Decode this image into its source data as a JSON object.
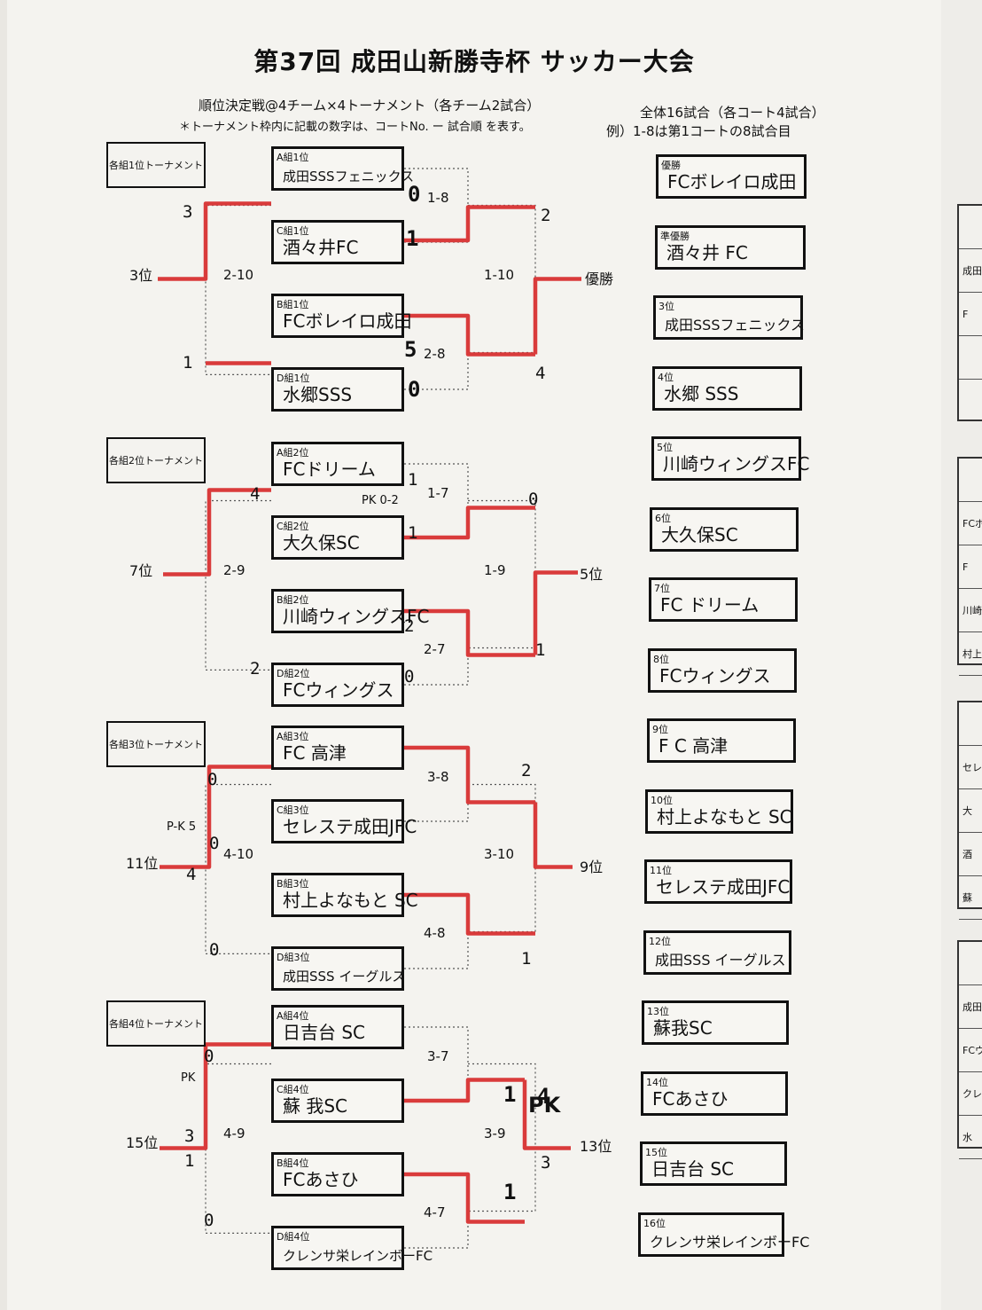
{
  "title": "第37回 成田山新勝寺杯 サッカー大会",
  "subtitle_left_1": "順位決定戦@4チーム×4トーナメント（各チーム2試合）",
  "subtitle_left_2": "＊トーナメント枠内に記載の数字は、コートNo. ー 試合順 を表す。",
  "subtitle_right_1": "全体16試合（各コート4試合）",
  "subtitle_right_2": "例）1-8は第1コートの8試合目",
  "tournaments": [
    {
      "tag": "各組1位トーナメント",
      "teams": [
        {
          "label": "A組1位",
          "name": "成田SSSフェニックス"
        },
        {
          "label": "C組1位",
          "name": "酒々井FC"
        },
        {
          "label": "B組1位",
          "name": "FCボレイロ成田"
        },
        {
          "label": "D組1位",
          "name": "水郷SSS"
        }
      ],
      "match_top": "1-8",
      "match_bottom": "2-8",
      "match_final": "1-10",
      "match_place": "2-10",
      "place_label": "3位",
      "final_label": "優勝",
      "scores": [
        "0",
        "1",
        "5",
        "0",
        "2",
        "4",
        "3",
        "1"
      ]
    },
    {
      "tag": "各組2位トーナメント",
      "teams": [
        {
          "label": "A組2位",
          "name": "FCドリーム"
        },
        {
          "label": "C組2位",
          "name": "大久保SC"
        },
        {
          "label": "B組2位",
          "name": "川崎ウィングスFC"
        },
        {
          "label": "D組2位",
          "name": "FCウィングス"
        }
      ],
      "match_top": "1-7",
      "match_bottom": "2-7",
      "match_final": "1-9",
      "match_place": "2-9",
      "place_label": "7位",
      "final_label": "5位",
      "pk_note": "PK 0-2",
      "scores": [
        "1",
        "1",
        "2",
        "0",
        "0",
        "1",
        "4",
        "2"
      ]
    },
    {
      "tag": "各組3位トーナメント",
      "teams": [
        {
          "label": "A組3位",
          "name": "FC 高津"
        },
        {
          "label": "C組3位",
          "name": "セレステ成田JFC"
        },
        {
          "label": "B組3位",
          "name": "村上よなもと SC"
        },
        {
          "label": "D組3位",
          "name": "成田SSS イーグルス"
        }
      ],
      "match_top": "3-8",
      "match_bottom": "4-8",
      "match_final": "3-10",
      "match_place": "4-10",
      "place_label": "11位",
      "final_label": "9位",
      "pk_note": "P-K 5",
      "scores": [
        "2",
        "1",
        "0",
        "0",
        "0",
        "4"
      ]
    },
    {
      "tag": "各組4位トーナメント",
      "teams": [
        {
          "label": "A組4位",
          "name": "日吉台 SC"
        },
        {
          "label": "C組4位",
          "name": "蘇 我SC"
        },
        {
          "label": "B組4位",
          "name": "FCあさひ"
        },
        {
          "label": "D組4位",
          "name": "クレンサ栄レインボーFC"
        }
      ],
      "match_top": "3-7",
      "match_bottom": "4-7",
      "match_final": "3-9",
      "match_place": "4-9",
      "place_label": "15位",
      "final_label": "13位",
      "pk_note": "PK",
      "pk_note_2": "PK",
      "scores": [
        "1",
        "1",
        "4",
        "3",
        "0",
        "3",
        "1",
        "0"
      ]
    }
  ],
  "standings": [
    {
      "label": "優勝",
      "name": "FCボレイロ成田"
    },
    {
      "label": "準優勝",
      "name": "酒々井 FC"
    },
    {
      "label": "3位",
      "name": "成田SSSフェニックス"
    },
    {
      "label": "4位",
      "name": "水郷 SSS"
    },
    {
      "label": "5位",
      "name": "川崎ウィングスFC"
    },
    {
      "label": "6位",
      "name": "大久保SC"
    },
    {
      "label": "7位",
      "name": "FC ドリーム"
    },
    {
      "label": "8位",
      "name": "FCウィングス"
    },
    {
      "label": "9位",
      "name": "F C 高津"
    },
    {
      "label": "10位",
      "name": "村上よなもと SC"
    },
    {
      "label": "11位",
      "name": "セレステ成田JFC"
    },
    {
      "label": "12位",
      "name": "成田SSS イーグルス"
    },
    {
      "label": "13位",
      "name": "蘇我SC"
    },
    {
      "label": "14位",
      "name": "FCあさひ"
    },
    {
      "label": "15位",
      "name": "日吉台 SC"
    },
    {
      "label": "16位",
      "name": "クレンサ栄レインボーFC"
    }
  ],
  "side_rows": [
    "成田",
    "F",
    "",
    "FCボ",
    "F",
    "川崎",
    "村上",
    "セレ",
    "大",
    "酒",
    "蘇",
    "成田SSS",
    "FCウィ",
    "クレンサ",
    "水"
  ],
  "colors": {
    "bracket_red": "#d93b3b",
    "dotted": "#555555",
    "ink": "#111111"
  }
}
